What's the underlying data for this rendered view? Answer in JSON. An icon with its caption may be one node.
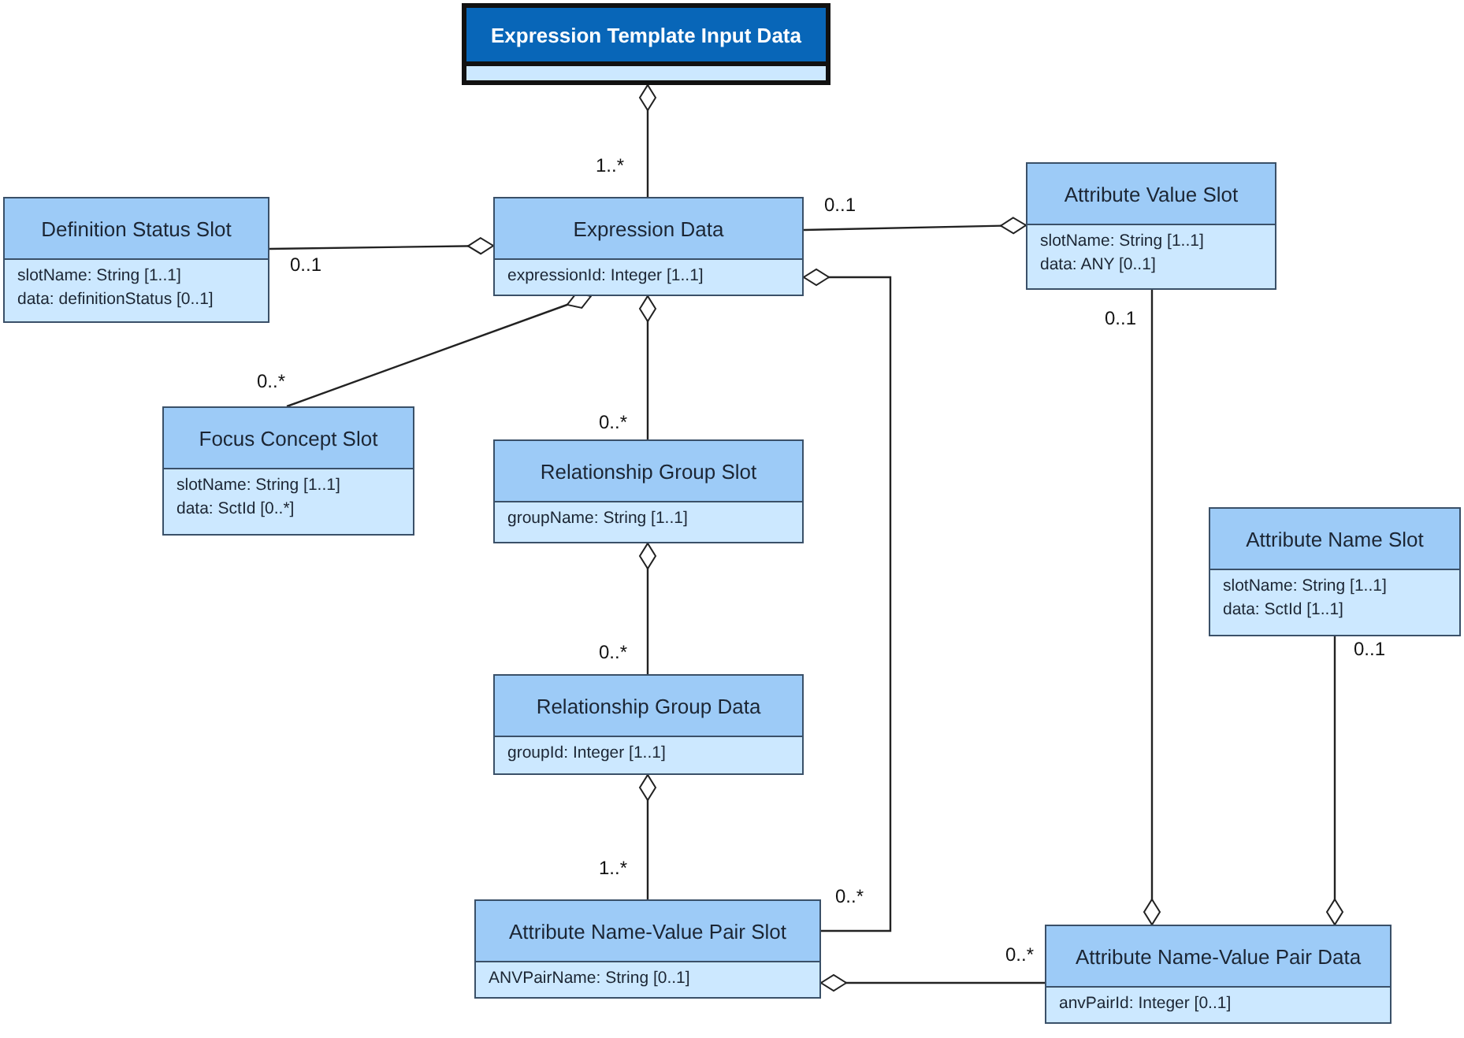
{
  "diagram": {
    "nodes": [
      {
        "text": [
          "Expression Template Input Data"
        ]
      },
      {
        "text": [
          "Definition Status Slot",
          "slotName: String [1..1]",
          "data: definitionStatus [0..1]"
        ]
      },
      {
        "text": [
          "Expression Data",
          "expressionId: Integer [1..1]"
        ]
      },
      {
        "text": [
          "Attribute Value Slot",
          "slotName: String [1..1]",
          "data: ANY [0..1]"
        ]
      },
      {
        "text": [
          "Focus Concept Slot",
          "slotName: String [1..1]",
          "data: SctId [0..*]"
        ]
      },
      {
        "text": [
          "Relationship Group Slot",
          "groupName: String [1..1]"
        ]
      },
      {
        "text": [
          "Attribute Name Slot",
          "slotName: String [1..1]",
          "data: SctId [1..1]"
        ]
      },
      {
        "text": [
          "Relationship Group Data",
          "groupId: Integer [1..1]"
        ]
      },
      {
        "text": [
          "Attribute Name-Value Pair Slot",
          "ANVPairName: String [0..1]"
        ]
      },
      {
        "text": [
          "Attribute Name-Value Pair Data",
          "anvPairId: Integer [0..1]"
        ]
      }
    ],
    "edges": [
      {
        "from": 2,
        "to": 0,
        "arrow": "other",
        "label": "1..*"
      },
      {
        "from": 1,
        "to": 2,
        "arrow": "other",
        "label": "0..1"
      },
      {
        "from": 2,
        "to": 3,
        "arrow": "other",
        "label": "0..1"
      },
      {
        "from": 4,
        "to": 2,
        "arrow": "other",
        "label": "0..*"
      },
      {
        "from": 5,
        "to": 2,
        "arrow": "other",
        "label": "0..*"
      },
      {
        "from": 8,
        "to": 2,
        "arrow": "other",
        "label": "0..*"
      },
      {
        "from": 3,
        "to": 9,
        "arrow": "other",
        "label": "0..1"
      },
      {
        "from": 7,
        "to": 5,
        "arrow": "other",
        "label": "0..*"
      },
      {
        "from": 6,
        "to": 9,
        "arrow": "other",
        "label": "0..1"
      },
      {
        "from": 8,
        "to": 7,
        "arrow": "other",
        "label": "1..*"
      },
      {
        "from": 9,
        "to": 8,
        "arrow": "other",
        "label": "0..*"
      }
    ]
  }
}
